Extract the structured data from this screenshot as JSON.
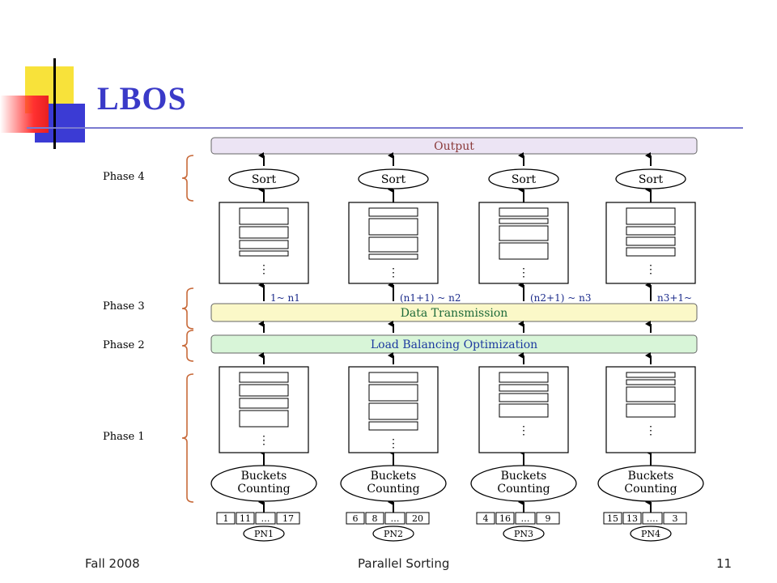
{
  "slide": {
    "title": "LBOS",
    "footer_left": "Fall 2008",
    "footer_center": "Parallel Sorting",
    "footer_right": "11"
  },
  "diagram": {
    "output_label": "Output",
    "data_transmission_label": "Data   Transmission",
    "load_balancing_label": "Load   Balancing   Optimization",
    "phases": [
      "Phase 4",
      "Phase 3",
      "Phase 2",
      "Phase 1"
    ],
    "sort_label": "Sort",
    "buckets_label_1": "Buckets",
    "buckets_label_2": "Counting",
    "ellipsis": "…",
    "processors": [
      {
        "name": "PN1",
        "range": "1~ n1",
        "inputs": [
          "1",
          "11",
          "…",
          "17"
        ]
      },
      {
        "name": "PN2",
        "range": "(n1+1) ~ n2",
        "inputs": [
          "6",
          "8",
          "…",
          "20"
        ]
      },
      {
        "name": "PN3",
        "range": "(n2+1) ~ n3",
        "inputs": [
          "4",
          "16",
          "…",
          "9"
        ]
      },
      {
        "name": "PN4",
        "range": "n3+1~",
        "inputs": [
          "15",
          "13",
          "….",
          "3"
        ]
      }
    ],
    "colors": {
      "output_fill": "#ece4f4",
      "transmission_fill": "#fbf8c8",
      "balancing_fill": "#d8f5d8",
      "brace": "#c86a3a",
      "title": "#3a3ac8"
    }
  }
}
